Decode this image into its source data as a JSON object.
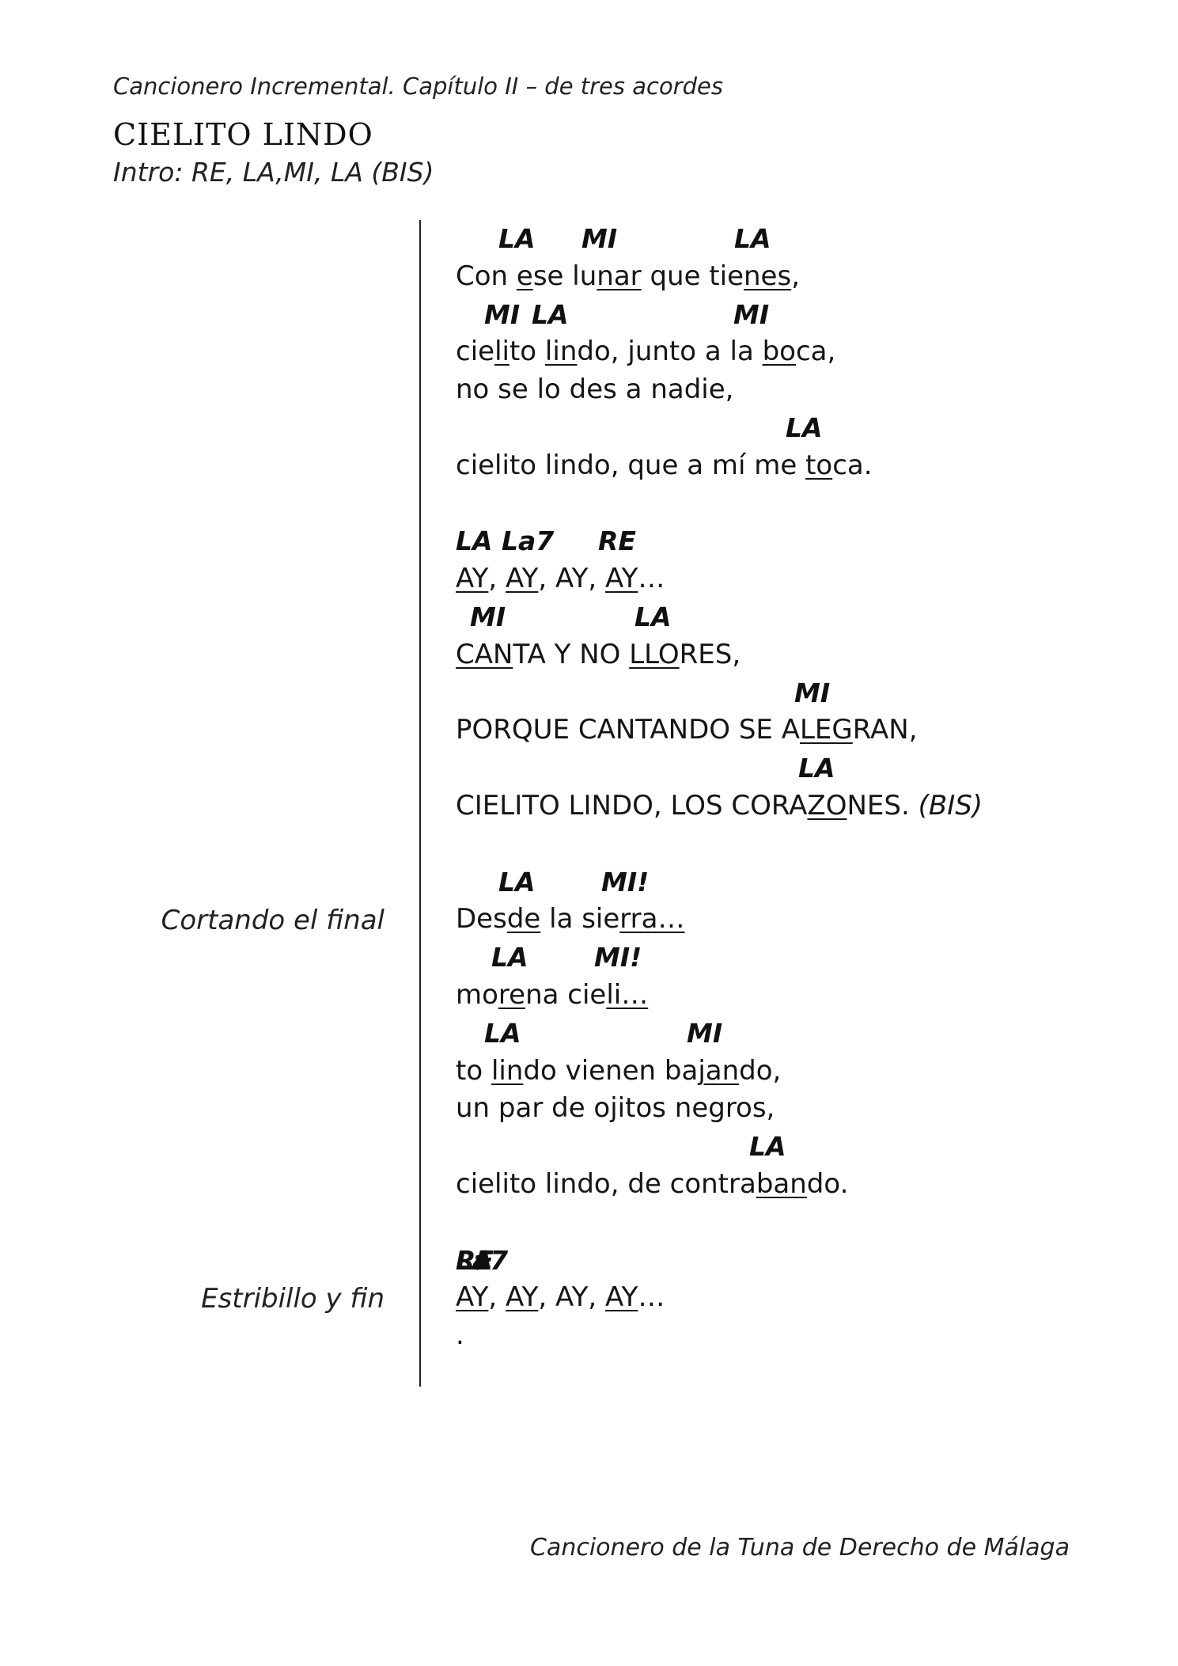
{
  "header": {
    "book_title": "Cancionero Incremental. Capítulo II – de tres acordes",
    "song_title": "CIELITO LINDO",
    "intro": "Intro: RE, LA,MI, LA (BIS)"
  },
  "margin_notes": {
    "cut_ending": "Cortando el final",
    "chorus_end": "Estribillo y fin"
  },
  "lines": [
    {
      "kind": "chords",
      "chords": [
        "LA",
        "MI",
        "LA"
      ]
    },
    {
      "kind": "lyric",
      "parts": [
        {
          "t": "Con "
        },
        {
          "t": "e",
          "u": true
        },
        {
          "t": "se lu"
        },
        {
          "t": "nar",
          "u": true
        },
        {
          "t": " que tie"
        },
        {
          "t": "nes",
          "u": true
        },
        {
          "t": ","
        }
      ]
    },
    {
      "kind": "chords",
      "chords": [
        "MI",
        "LA",
        "MI"
      ]
    },
    {
      "kind": "lyric",
      "parts": [
        {
          "t": "cie"
        },
        {
          "t": "li",
          "u": true
        },
        {
          "t": "to "
        },
        {
          "t": "lin",
          "u": true
        },
        {
          "t": "do, junto a la "
        },
        {
          "t": "bo",
          "u": true
        },
        {
          "t": "ca,"
        }
      ]
    },
    {
      "kind": "lyric",
      "parts": [
        {
          "t": "no se lo des a nadie,"
        }
      ]
    },
    {
      "kind": "chords",
      "chords": [
        "LA"
      ]
    },
    {
      "kind": "lyric",
      "parts": [
        {
          "t": "cielito lindo, que a mí me "
        },
        {
          "t": "to",
          "u": true
        },
        {
          "t": "ca."
        }
      ]
    },
    {
      "kind": "blank"
    },
    {
      "kind": "chords",
      "chords": [
        "LA",
        "La7",
        "RE"
      ]
    },
    {
      "kind": "lyric",
      "parts": [
        {
          "t": "AY",
          "u": true
        },
        {
          "t": ", "
        },
        {
          "t": "AY",
          "u": true
        },
        {
          "t": ", AY, "
        },
        {
          "t": "AY",
          "u": true
        },
        {
          "t": "…"
        }
      ]
    },
    {
      "kind": "chords",
      "chords": [
        "MI",
        "LA"
      ]
    },
    {
      "kind": "lyric",
      "parts": [
        {
          "t": "CAN",
          "u": true
        },
        {
          "t": "TA Y NO "
        },
        {
          "t": "LLO",
          "u": true
        },
        {
          "t": "RES,"
        }
      ]
    },
    {
      "kind": "chords",
      "chords": [
        "MI"
      ]
    },
    {
      "kind": "lyric",
      "parts": [
        {
          "t": "PORQUE CANTANDO SE A"
        },
        {
          "t": "LEG",
          "u": true
        },
        {
          "t": "RAN,"
        }
      ]
    },
    {
      "kind": "chords",
      "chords": [
        "LA"
      ]
    },
    {
      "kind": "lyric",
      "parts": [
        {
          "t": "CIELITO LINDO, LOS CORA"
        },
        {
          "t": "ZO",
          "u": true
        },
        {
          "t": "NES. "
        },
        {
          "t": "(BIS)",
          "i": true
        }
      ]
    },
    {
      "kind": "blank"
    },
    {
      "kind": "chords",
      "chords": [
        "LA",
        "MI!"
      ]
    },
    {
      "kind": "lyric",
      "parts": [
        {
          "t": "Des"
        },
        {
          "t": "de",
          "u": true
        },
        {
          "t": " la sie"
        },
        {
          "t": "rra…",
          "u": true
        }
      ]
    },
    {
      "kind": "chords",
      "chords": [
        "LA",
        "MI!"
      ]
    },
    {
      "kind": "lyric",
      "parts": [
        {
          "t": "mo"
        },
        {
          "t": "re",
          "u": true
        },
        {
          "t": "na cie"
        },
        {
          "t": "li…",
          "u": true
        }
      ]
    },
    {
      "kind": "chords",
      "chords": [
        "LA",
        "MI"
      ]
    },
    {
      "kind": "lyric",
      "parts": [
        {
          "t": "to "
        },
        {
          "t": "lin",
          "u": true
        },
        {
          "t": "do vienen ba"
        },
        {
          "t": "jan",
          "u": true
        },
        {
          "t": "do,"
        }
      ]
    },
    {
      "kind": "lyric",
      "parts": [
        {
          "t": "un par de ojitos negros,"
        }
      ]
    },
    {
      "kind": "chords",
      "chords": [
        "LA"
      ]
    },
    {
      "kind": "lyric",
      "parts": [
        {
          "t": "cielito lindo, de contra"
        },
        {
          "t": "ban",
          "u": true
        },
        {
          "t": "do."
        }
      ]
    },
    {
      "kind": "blank"
    },
    {
      "kind": "chords",
      "chords": [
        "LA",
        "La7",
        "RE"
      ]
    },
    {
      "kind": "lyric",
      "parts": [
        {
          "t": "AY",
          "u": true
        },
        {
          "t": ", "
        },
        {
          "t": "AY",
          "u": true
        },
        {
          "t": ", AY, "
        },
        {
          "t": "AY",
          "u": true
        },
        {
          "t": "…"
        }
      ]
    },
    {
      "kind": "lyric",
      "parts": [
        {
          "t": "."
        }
      ]
    }
  ],
  "footer": {
    "text": "Cancionero de la Tuna de Derecho de Málaga"
  }
}
